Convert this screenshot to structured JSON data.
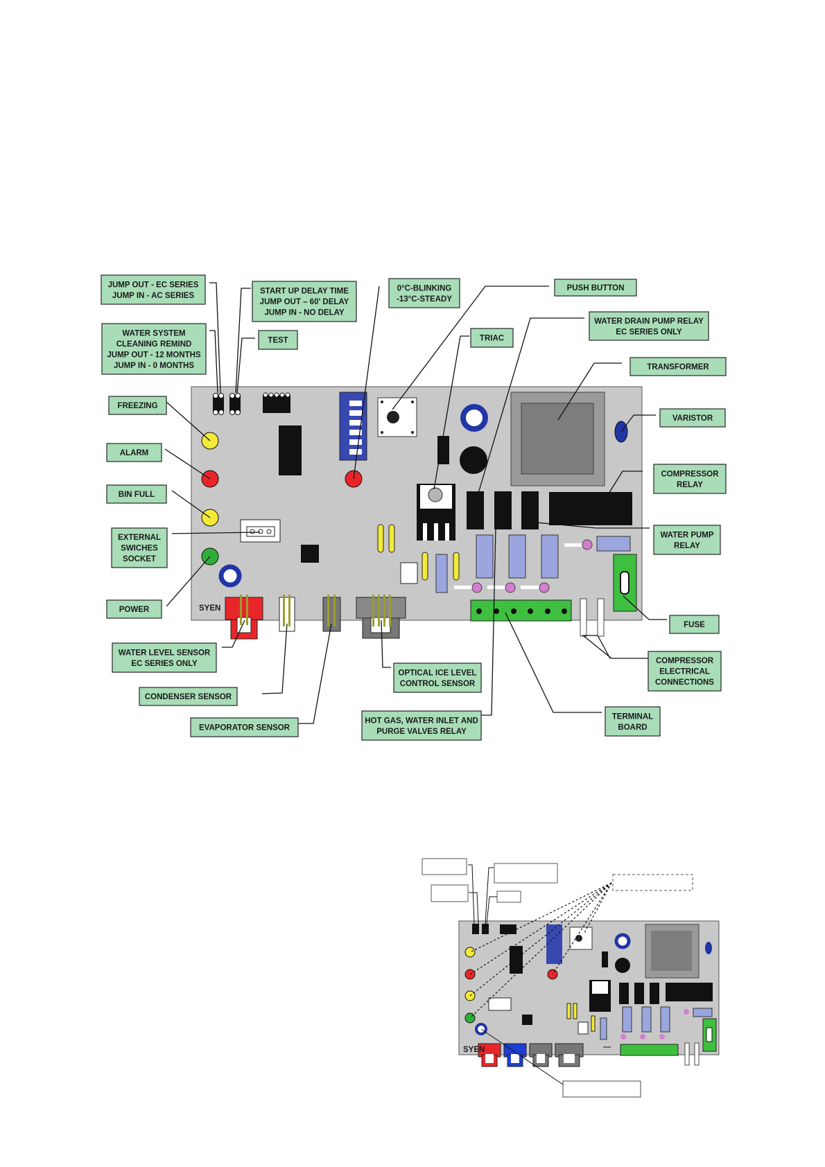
{
  "colors": {
    "label_fill": "#a8ddb8",
    "board": "#c8c8c8",
    "led_yellow": "#f3ea3a",
    "led_red": "#e8262a",
    "led_green": "#2fae3a",
    "led_blue": "#2135a6",
    "dip_blue": "#3748b0",
    "terminal_green": "#3fbf3f",
    "relay_purple": "#9aa6dd",
    "connector_red": "#e8262a",
    "connector_grey": "#777777",
    "connector_blue": "#1d3fd6"
  },
  "labels": {
    "jump_ec": [
      "JUMP OUT - EC SERIES",
      "JUMP IN - AC SERIES"
    ],
    "startup_delay": [
      "START UP DELAY TIME",
      "JUMP OUT – 60' DELAY",
      "JUMP IN - NO DELAY"
    ],
    "blinking": [
      "0°C-BLINKING",
      "-13°C-STEADY"
    ],
    "push_button": [
      "PUSH BUTTON"
    ],
    "water_system": [
      "WATER SYSTEM",
      "CLEANING REMIND",
      "JUMP OUT - 12 MONTHS",
      "JUMP IN - 0 MONTHS"
    ],
    "test": [
      "TEST"
    ],
    "triac": [
      "TRIAC"
    ],
    "drain_pump": [
      "WATER DRAIN PUMP RELAY",
      "EC SERIES ONLY"
    ],
    "transformer": [
      "TRANSFORMER"
    ],
    "freezing": [
      "FREEZING"
    ],
    "varistor": [
      "VARISTOR"
    ],
    "alarm": [
      "ALARM"
    ],
    "compressor_relay": [
      "COMPRESSOR",
      "RELAY"
    ],
    "bin_full": [
      "BIN FULL"
    ],
    "water_pump_relay": [
      "WATER PUMP",
      "RELAY"
    ],
    "ext_switches": [
      "EXTERNAL",
      "SWICHES",
      "SOCKET"
    ],
    "power": [
      "POWER"
    ],
    "fuse": [
      "FUSE"
    ],
    "water_level": [
      "WATER LEVEL SENSOR",
      "EC SERIES ONLY"
    ],
    "compressor_conn": [
      "COMPRESSOR",
      "ELECTRICAL",
      "CONNECTIONS"
    ],
    "optical_ice": [
      "OPTICAL ICE LEVEL",
      "CONTROL SENSOR"
    ],
    "condenser": [
      "CONDENSER SENSOR"
    ],
    "terminal_board": [
      "TERMINAL",
      "BOARD"
    ],
    "hot_gas": [
      "HOT GAS, WATER INLET AND",
      "PURGE VALVES RELAY"
    ],
    "evaporator": [
      "EVAPORATOR SENSOR"
    ]
  },
  "board_brand": "SYEN",
  "board_brand_small": "SYEN"
}
